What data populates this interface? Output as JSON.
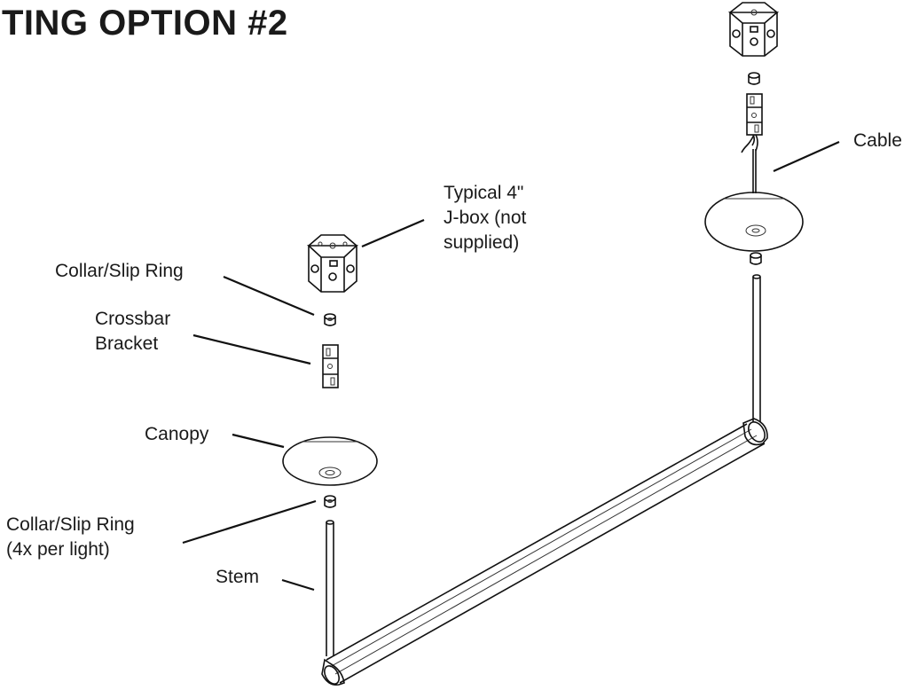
{
  "title": "TING OPTION #2",
  "labels": {
    "jbox": "Typical 4\"\nJ-box (not\nsupplied)",
    "collar_top": "Collar/Slip Ring",
    "crossbar": "Crossbar\nBracket",
    "canopy": "Canopy",
    "collar_bottom": "Collar/Slip Ring\n(4x per light)",
    "stem": "Stem",
    "cable": "Cable"
  },
  "colors": {
    "ink": "#111111",
    "background": "#ffffff"
  }
}
